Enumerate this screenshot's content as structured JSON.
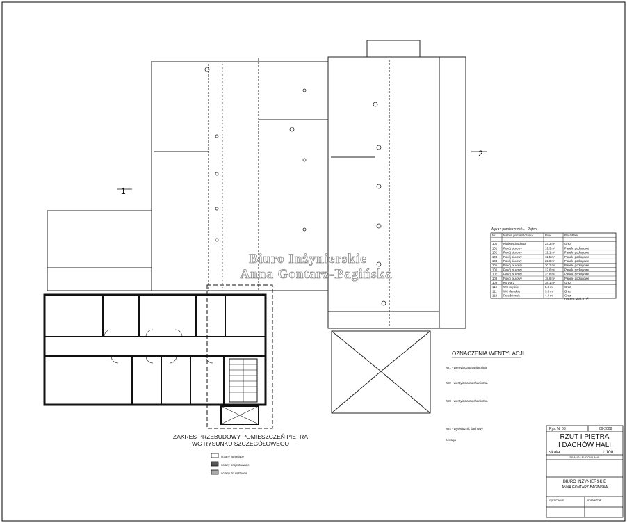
{
  "watermark": {
    "line1": "Biuro Inżynierskie",
    "line2": "Anna Gontarz-Bagińska"
  },
  "plan": {
    "axis_label_1": "1",
    "axis_label_2": "2",
    "scope_caption_line1": "ZAKRES PRZEBUDOWY POMIESZCZEŃ PIĘTRA",
    "scope_caption_line2": "WG RYSUNKU SZCZEGÓŁOWEGO"
  },
  "room_table": {
    "title": "Wykaz pomieszczeń - I Piętro",
    "headers": [
      "Nr",
      "Nazwa pomieszczenia",
      "Pow.",
      "Posadzka"
    ],
    "rows": [
      [
        "",
        "",
        "",
        ""
      ],
      [
        "100",
        "Klatka schodowa",
        "24.3 m²",
        "Grez"
      ],
      [
        "101",
        "Pokój biurowy",
        "19.3 m²",
        "Panele podłogowe"
      ],
      [
        "102",
        "Pokój biurowy",
        "12.1 m²",
        "Panele podłogowe"
      ],
      [
        "103",
        "Pokój biurowy",
        "11.5 m²",
        "Panele podłogowe"
      ],
      [
        "104",
        "Pokój biurowy",
        "22.8 m²",
        "Panele podłogowe"
      ],
      [
        "105",
        "Pokój biurowy",
        "30.1 m²",
        "Panele podłogowe"
      ],
      [
        "106",
        "Pokój biurowy",
        "22.6 m²",
        "Panele podłogowe"
      ],
      [
        "107",
        "Pokój biurowy",
        "23.8 m²",
        "Panele podłogowe"
      ],
      [
        "108",
        "Pokój biurowy",
        "18.6 m²",
        "Panele podłogowe"
      ],
      [
        "109",
        "Korytarz",
        "38.1 m²",
        "Grez"
      ],
      [
        "110",
        "WC męskie",
        "5.3 m²",
        "Grez"
      ],
      [
        "111",
        "WC damskie",
        "3.3 m²",
        "Grez"
      ],
      [
        "112",
        "Przedsionek",
        "4.4 m²",
        "Grez"
      ]
    ],
    "total": "Razem: 252.3 m²"
  },
  "ventilation_legend": {
    "title": "OZNACZENIA WENTYLACJI",
    "items": [
      "W1 - wentylacja grawitacyjna",
      "W2 - wentylacja mechaniczna",
      "W3 - wentylacja mechaniczna",
      "W4 - wywietrznik dachowy"
    ],
    "note": "Uwaga"
  },
  "finish_legend": {
    "items": [
      "ściany istniejące",
      "ściany projektowane",
      "ściany do rozbiórki"
    ]
  },
  "title_block": {
    "drawing_no": "Rys. Nr 03",
    "date": "09-2008",
    "title_line1": "RZUT I PIĘTRA",
    "title_line2": "I DACHÓW HALI",
    "scale_label": "skala",
    "scale_value": "1:100",
    "stage": "BRANŻA BUDOWLANA",
    "office_line1": "BIURO INŻYNIERSKIE",
    "office_line2": "ANNA GONTARZ-BAGIŃSKA",
    "signature_left": "opracował:",
    "signature_right": "sprawdził:"
  }
}
